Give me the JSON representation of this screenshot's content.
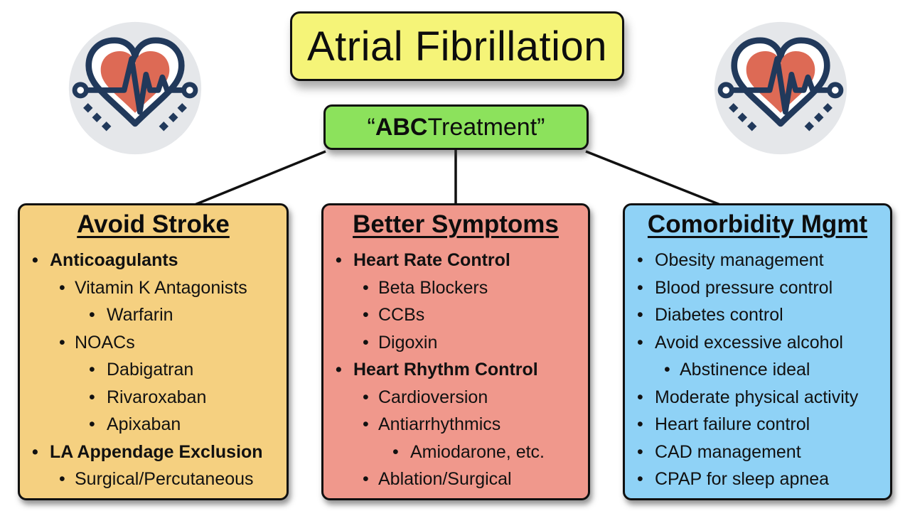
{
  "title": {
    "label": "Atrial Fibrillation"
  },
  "subtitle": {
    "open_quote": "“",
    "bold_part": "ABC",
    "regular_part": " Treatment”"
  },
  "boxes": [
    {
      "heading": "Avoid Stroke",
      "items": [
        {
          "text": "Anticoagulants",
          "level": 1,
          "bold": true
        },
        {
          "text": "Vitamin K Antagonists",
          "level": 2,
          "bold": false
        },
        {
          "text": "Warfarin",
          "level": 3,
          "bold": false
        },
        {
          "text": "NOACs",
          "level": 2,
          "bold": false
        },
        {
          "text": "Dabigatran",
          "level": 3,
          "bold": false
        },
        {
          "text": "Rivaroxaban",
          "level": 3,
          "bold": false
        },
        {
          "text": "Apixaban",
          "level": 3,
          "bold": false
        },
        {
          "text": "LA Appendage Exclusion",
          "level": 1,
          "bold": true
        },
        {
          "text": "Surgical/Percutaneous",
          "level": 2,
          "bold": false
        }
      ]
    },
    {
      "heading": "Better Symptoms",
      "items": [
        {
          "text": "Heart Rate Control",
          "level": 1,
          "bold": true
        },
        {
          "text": "Beta Blockers",
          "level": 2,
          "bold": false
        },
        {
          "text": "CCBs",
          "level": 2,
          "bold": false
        },
        {
          "text": "Digoxin",
          "level": 2,
          "bold": false
        },
        {
          "text": "Heart Rhythm Control",
          "level": 1,
          "bold": true
        },
        {
          "text": "Cardioversion",
          "level": 2,
          "bold": false
        },
        {
          "text": "Antiarrhythmics",
          "level": 2,
          "bold": false
        },
        {
          "text": "Amiodarone, etc.",
          "level": 3,
          "bold": false
        },
        {
          "text": "Ablation/Surgical",
          "level": 2,
          "bold": false
        }
      ]
    },
    {
      "heading": "Comorbidity Mgmt",
      "items": [
        {
          "text": "Obesity management",
          "level": 1,
          "bold": false
        },
        {
          "text": "Blood pressure control",
          "level": 1,
          "bold": false
        },
        {
          "text": "Diabetes control",
          "level": 1,
          "bold": false
        },
        {
          "text": "Avoid excessive alcohol",
          "level": 1,
          "bold": false
        },
        {
          "text": "Abstinence ideal",
          "level": 2,
          "bold": false
        },
        {
          "text": "Moderate physical activity",
          "level": 1,
          "bold": false
        },
        {
          "text": "Heart failure control",
          "level": 1,
          "bold": false
        },
        {
          "text": "CAD management",
          "level": 1,
          "bold": false
        },
        {
          "text": "CPAP for sleep apnea",
          "level": 1,
          "bold": false
        }
      ]
    }
  ],
  "icons": {
    "left": "heart-ekg-icon",
    "right": "heart-ekg-icon"
  },
  "colors": {
    "title_bg": "#f5f478",
    "subtitle_bg": "#8ce25c",
    "avoid_stroke_bg": "#f5d080",
    "better_symptoms_bg": "#f0988c",
    "comorbidity_bg": "#8fd2f6",
    "border": "#101010",
    "heart_red": "#dd6a55",
    "icon_navy": "#21395b",
    "icon_circle_gray": "#e5e7ea"
  }
}
